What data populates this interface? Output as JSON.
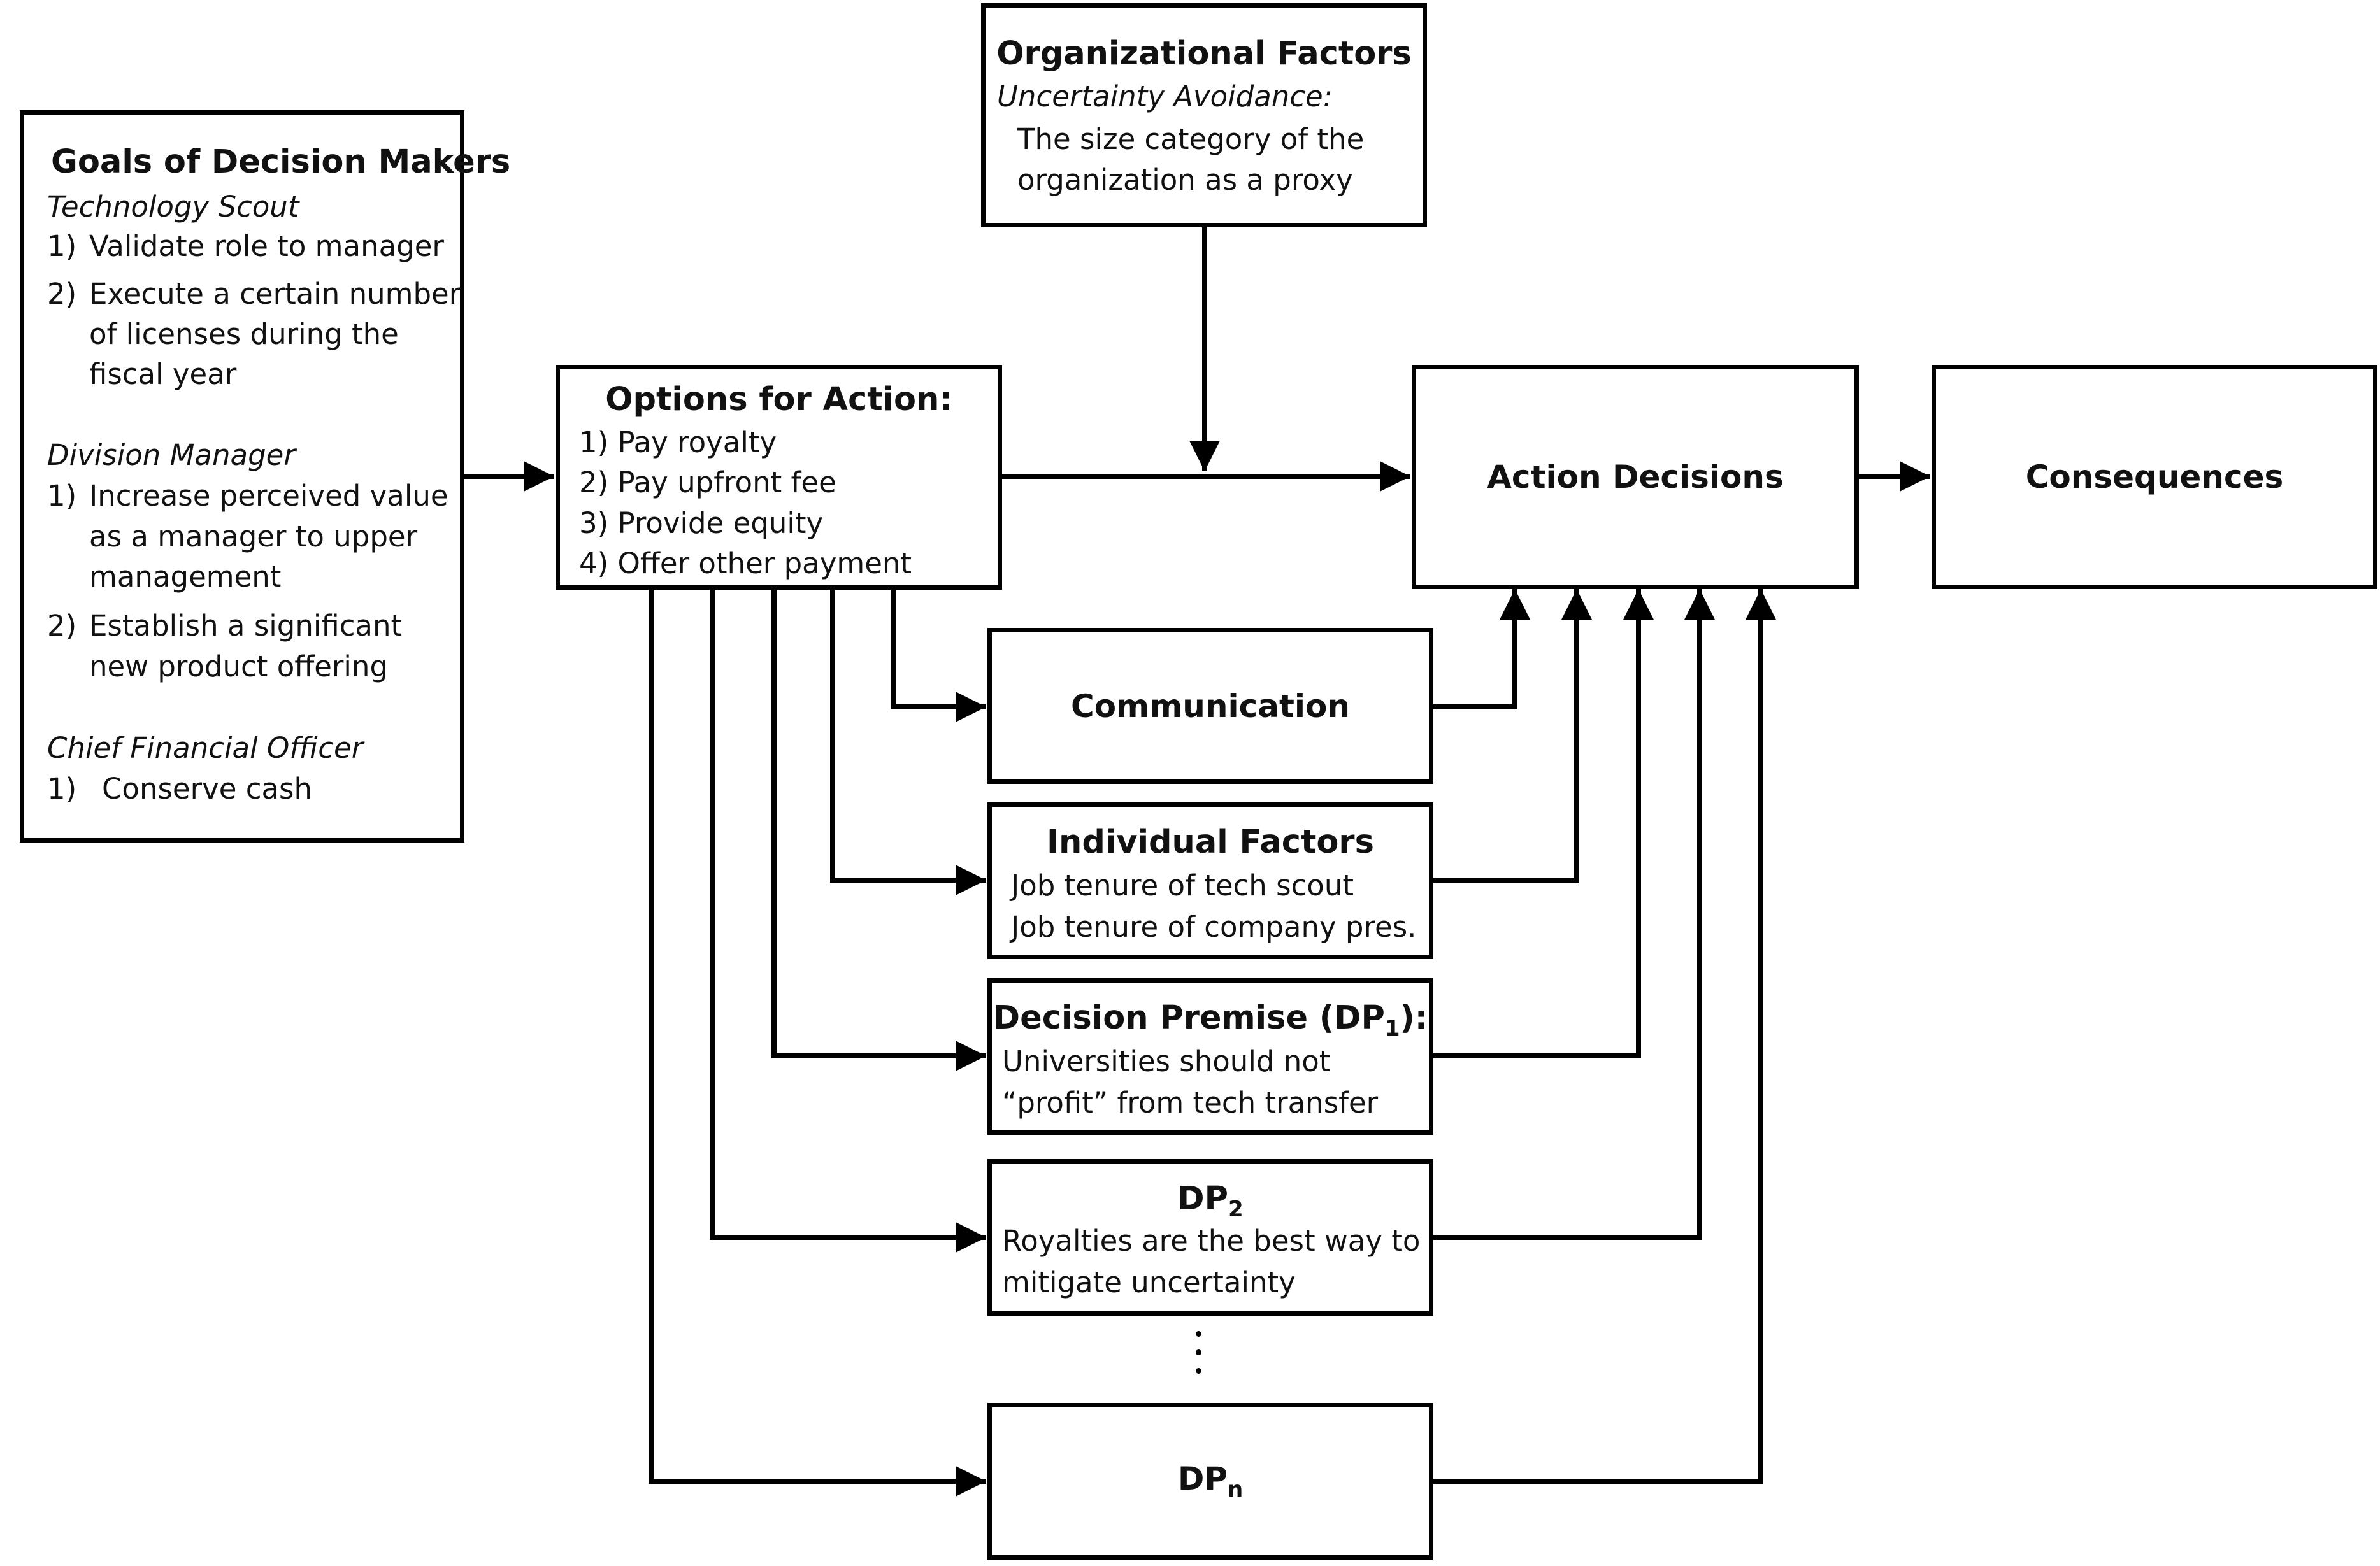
{
  "goals": {
    "title": "Goals of Decision Makers",
    "tech_scout": {
      "heading": "Technology Scout",
      "items": [
        {
          "num": "1)",
          "lines": [
            "Validate role to manager"
          ]
        },
        {
          "num": "2)",
          "lines": [
            "Execute a certain number",
            "of licenses during the",
            "fiscal year"
          ]
        }
      ]
    },
    "division_manager": {
      "heading": "Division Manager",
      "items": [
        {
          "num": "1)",
          "lines": [
            "Increase perceived value",
            "as a manager to upper",
            "management"
          ]
        },
        {
          "num": "2)",
          "lines": [
            "Establish a significant",
            "new product offering"
          ]
        }
      ]
    },
    "cfo": {
      "heading": "Chief Financial Officer",
      "items": [
        {
          "num": "1)",
          "lines": [
            "Conserve cash"
          ]
        }
      ]
    }
  },
  "options": {
    "title": "Options for Action:",
    "items": [
      "1) Pay royalty",
      "2) Pay upfront fee",
      "3) Provide equity",
      "4) Offer other payment"
    ]
  },
  "org": {
    "title": "Organizational Factors",
    "subtitle": "Uncertainty Avoidance:",
    "lines": [
      "The size category of the",
      "organization as a proxy"
    ]
  },
  "action": {
    "title": "Action Decisions"
  },
  "consequences": {
    "title": "Consequences"
  },
  "communication": {
    "title": "Communication"
  },
  "individual": {
    "title": "Individual Factors",
    "lines": [
      "Job tenure of tech scout",
      "Job tenure of company pres."
    ]
  },
  "dp1": {
    "title": "Decision Premise (DP",
    "sub": "1",
    "title_end": "):",
    "lines": [
      "Universities should not",
      "“profit” from tech transfer"
    ]
  },
  "dp2": {
    "title": "DP",
    "sub": "2",
    "lines": [
      "Royalties are the best way to",
      "mitigate uncertainty"
    ]
  },
  "dpn": {
    "title": "DP",
    "sub": "n"
  }
}
